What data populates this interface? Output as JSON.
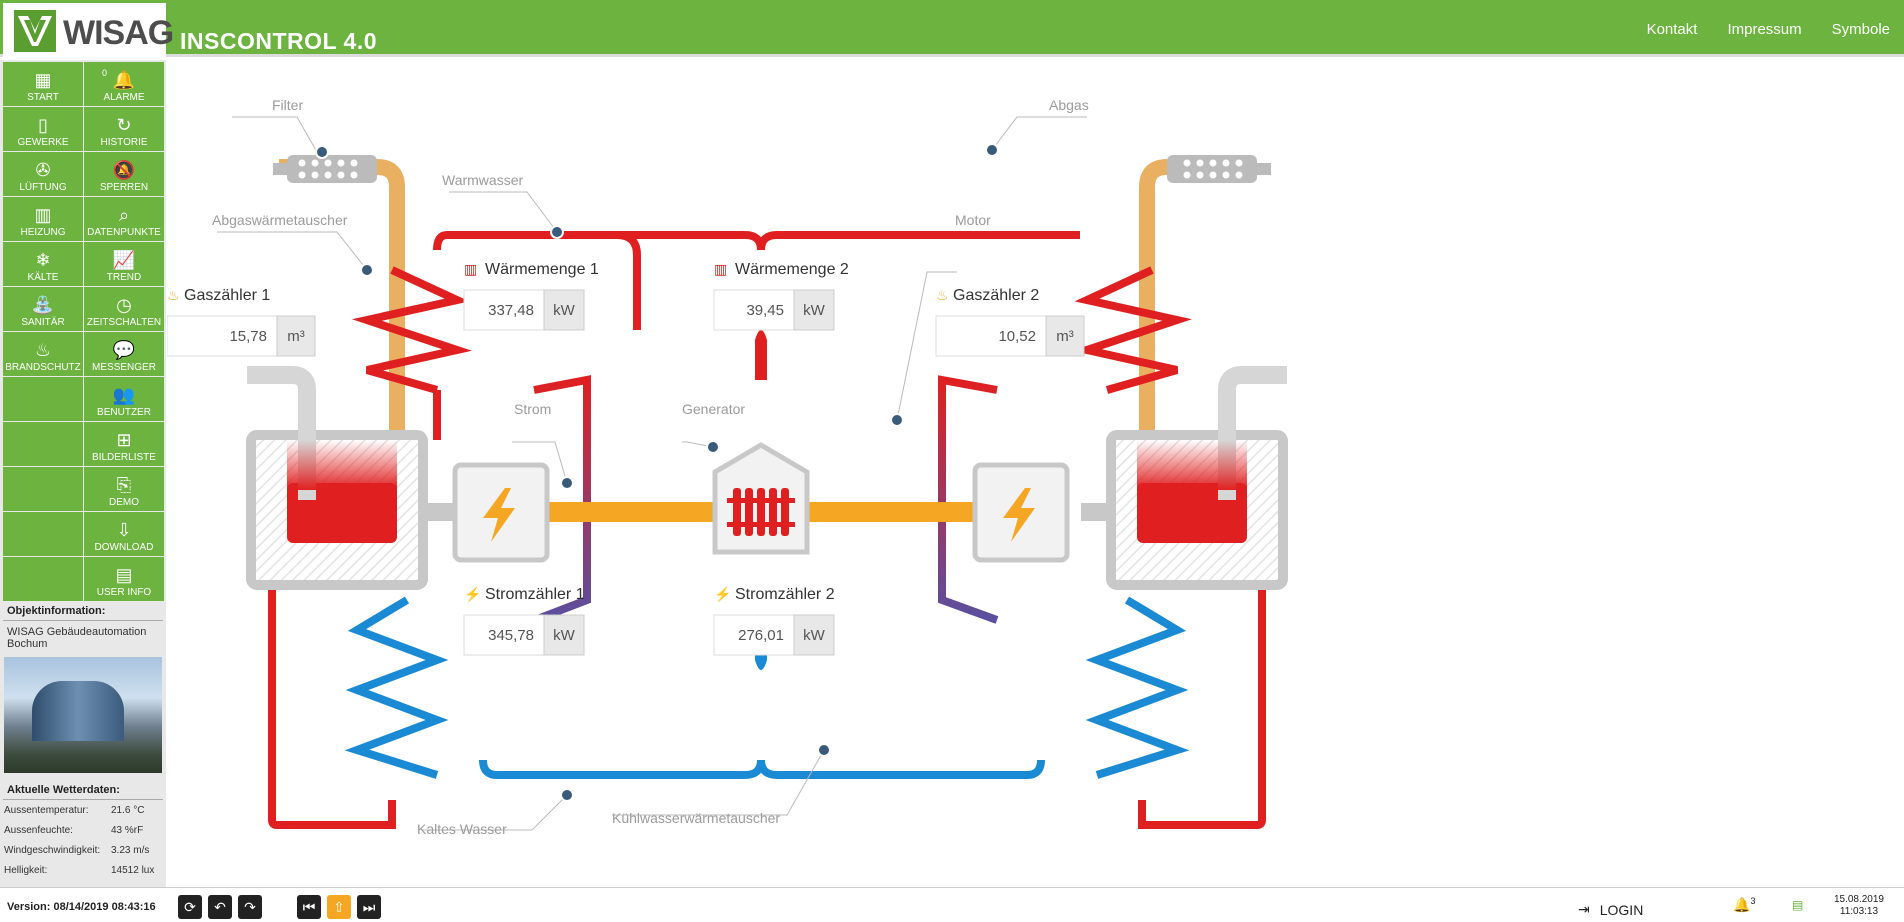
{
  "header": {
    "brand": "WISAG",
    "title": "INSCONTROL 4.0",
    "nav": [
      "Kontakt",
      "Impressum",
      "Symbole"
    ]
  },
  "menu": {
    "left": [
      {
        "label": "START",
        "icon": "grid-icon",
        "glyph": "▦"
      },
      {
        "label": "GEWERKE",
        "icon": "door-icon",
        "glyph": "▯"
      },
      {
        "label": "LÜFTUNG",
        "icon": "fan-icon",
        "glyph": "✇"
      },
      {
        "label": "HEIZUNG",
        "icon": "radiator-icon",
        "glyph": "▥"
      },
      {
        "label": "KÄLTE",
        "icon": "snowflake-icon",
        "glyph": "❄"
      },
      {
        "label": "SANITÄR",
        "icon": "faucet-icon",
        "glyph": "⛲"
      },
      {
        "label": "BRANDSCHUTZ",
        "icon": "flame-icon",
        "glyph": "♨"
      }
    ],
    "right": [
      {
        "label": "ALARME",
        "icon": "alarm-bell-icon",
        "glyph": "🔔",
        "badge": "0"
      },
      {
        "label": "HISTORIE",
        "icon": "history-icon",
        "glyph": "↻"
      },
      {
        "label": "SPERREN",
        "icon": "bell-off-icon",
        "glyph": "🔕"
      },
      {
        "label": "DATENPUNKTE",
        "icon": "magnifier-chart-icon",
        "glyph": "⌕"
      },
      {
        "label": "TREND",
        "icon": "trend-chart-icon",
        "glyph": "📈"
      },
      {
        "label": "ZEITSCHALTEN",
        "icon": "clock-icon",
        "glyph": "◷"
      },
      {
        "label": "MESSENGER",
        "icon": "speech-bubble-icon",
        "glyph": "💬"
      },
      {
        "label": "BENUTZER",
        "icon": "users-icon",
        "glyph": "👥"
      },
      {
        "label": "BILDERLISTE",
        "icon": "sitemap-icon",
        "glyph": "⊞"
      },
      {
        "label": "DEMO",
        "icon": "exit-door-icon",
        "glyph": "⎘"
      },
      {
        "label": "DOWNLOAD",
        "icon": "download-doc-icon",
        "glyph": "⇩"
      },
      {
        "label": "USER INFO",
        "icon": "id-card-icon",
        "glyph": "▤"
      }
    ]
  },
  "object_info": {
    "heading": "Objektinformation:",
    "text": "WISAG Gebäudeautomation Bochum"
  },
  "weather": {
    "heading": "Aktuelle Wetterdaten:",
    "rows": [
      {
        "label": "Aussentemperatur:",
        "value": "21.6 °C"
      },
      {
        "label": "Aussenfeuchte:",
        "value": "43 %rF"
      },
      {
        "label": "Windgeschwindigkeit:",
        "value": "3.23 m/s"
      },
      {
        "label": "Helligkeit:",
        "value": "14512 lux"
      }
    ]
  },
  "status": {
    "version": "Version: 08/14/2019 08:43:16",
    "login": "LOGIN",
    "alarm_count": "3",
    "date": "15.08.2019",
    "time": "11:03:13"
  },
  "diagram": {
    "callouts": {
      "filter": "Filter",
      "abgas": "Abgas",
      "warmwasser": "Warmwasser",
      "abgaswt": "Abgaswärmetauscher",
      "motor": "Motor",
      "strom": "Strom",
      "generator": "Generator",
      "kaltes_wasser": "Kaltes Wasser",
      "kuehlwt": "Kühlwasserwärmetauscher"
    },
    "meters": {
      "gas1": {
        "label": "Gaszähler 1",
        "value": "15,78",
        "unit": "m³"
      },
      "gas2": {
        "label": "Gaszähler 2",
        "value": "10,52",
        "unit": "m³"
      },
      "heat1": {
        "label": "Wärmemenge 1",
        "value": "337,48",
        "unit": "kW"
      },
      "heat2": {
        "label": "Wärmemenge 2",
        "value": "39,45",
        "unit": "kW"
      },
      "power1": {
        "label": "Stromzähler 1",
        "value": "345,78",
        "unit": "kW"
      },
      "power2": {
        "label": "Stromzähler 2",
        "value": "276,01",
        "unit": "kW"
      }
    }
  },
  "colors": {
    "green": "#6cb33f",
    "hot": "#e02020",
    "cold": "#1a8ad4",
    "exhaust": "#e8b060",
    "power": "#f5a623"
  }
}
